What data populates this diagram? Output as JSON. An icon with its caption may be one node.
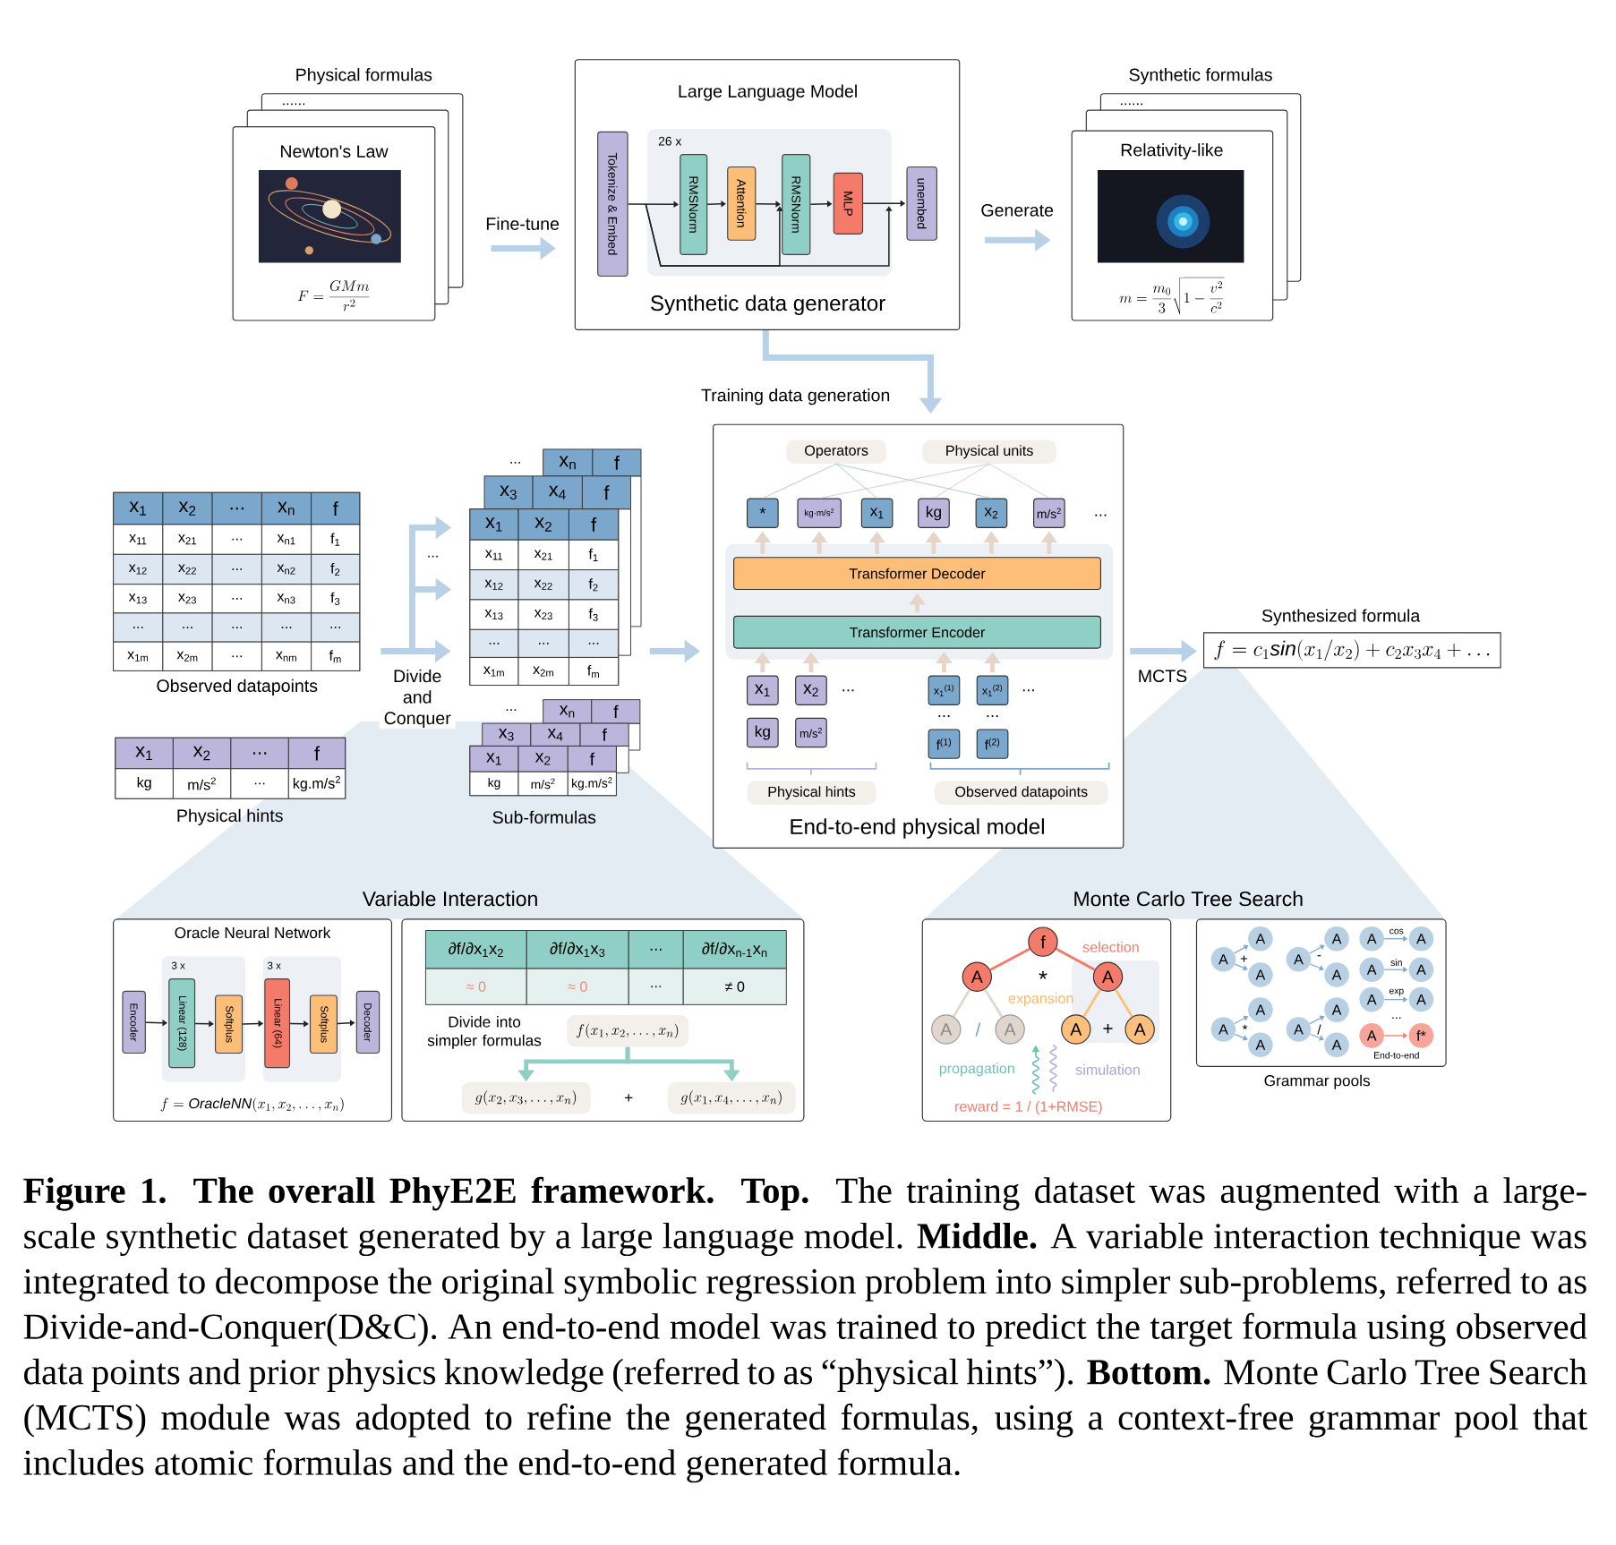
{
  "diagram": {
    "caption": "**Figure 1. The overall PhyE2E framework. Top.** The training dataset was augmented with a large-scale synthetic dataset generated by a large language model. **Middle.** A variable interaction technique was integrated to decompose the original symbolic regression problem into simpler sub-problems, referred to as Divide-and-Conquer(D&C). An end-to-end model was trained to predict the target formula using observed data points and prior physics knowledge (referred to as “physical hints”). **Bottom.** Monte Carlo Tree Search (MCTS) module was adopted to refine the generated formulas, using a context-free grammar pool that includes atomic formulas and the end-to-end generated formula.",
    "nodes": [
      {
        "text": [
          "Newton's Law",
          "F=\\frac{GMm}{r^2}"
        ],
        "beside": [
          "Physical formulas"
        ]
      },
      {
        "text": [
          "Large Language Model",
          "Synthetic data generator"
        ]
      },
      {
        "text": [
          "Tokenize & Embed"
        ],
        "in": 1
      },
      {
        "text": [
          "26 x"
        ],
        "in": 1
      },
      {
        "text": [
          "RMSNorm"
        ],
        "in": 3
      },
      {
        "text": [
          "Attention"
        ],
        "in": 3
      },
      {
        "text": [
          "RMSNorm"
        ],
        "in": 3
      },
      {
        "text": [
          "MLP"
        ],
        "in": 3
      },
      {
        "text": [
          "unembed"
        ],
        "in": 1
      },
      {
        "text": [
          "Relativity-like",
          "m=\\frac{m_0}{3}\\sqrt{1-\\frac{v^2}{c^2}}"
        ],
        "beside": [
          "Synthetic formulas"
        ]
      },
      {
        "text": [
          "Observed datapoints"
        ]
      },
      {
        "text": [
          "Physical hints"
        ]
      },
      {
        "text": [],
        "shape": "table"
      },
      {
        "text": [
          "Sub-formulas"
        ]
      },
      {
        "text": [
          "End-to-end physical model"
        ]
      },
      {
        "text": [
          "Operators"
        ],
        "in": 14
      },
      {
        "text": [
          "Physical units"
        ],
        "in": 14
      },
      {
        "text": [
          "*"
        ],
        "in": 14
      },
      {
        "text": [
          "kg·m/s$^{2}$"
        ],
        "in": 14
      },
      {
        "text": [
          "x$_{1}$"
        ],
        "in": 14
      },
      {
        "text": [
          "kg"
        ],
        "in": 14
      },
      {
        "text": [
          "x$_{2}$"
        ],
        "in": 14
      },
      {
        "text": [
          "m/s$^{2}$"
        ],
        "in": 14
      },
      {
        "text": [
          "Transformer Decoder"
        ],
        "in": 14
      },
      {
        "text": [
          "Transformer Encoder"
        ],
        "in": 14
      },
      {
        "text": [
          "x$_{1}$"
        ],
        "in": 14
      },
      {
        "text": [
          "x$_{2}$"
        ],
        "in": 14
      },
      {
        "text": [
          "kg"
        ],
        "in": 14
      },
      {
        "text": [
          "m/s$^{2}$"
        ],
        "in": 14
      },
      {
        "text": [
          "x$_{1}$$^{(1)}$"
        ],
        "in": 14
      },
      {
        "text": [
          "x$_{1}$$^{(2)}$"
        ],
        "in": 14
      },
      {
        "text": [
          "f$^{(1)}$"
        ],
        "in": 14
      },
      {
        "text": [
          "f$^{(2)}$"
        ],
        "in": 14
      },
      {
        "text": [
          "Physical hints"
        ],
        "in": 14
      },
      {
        "text": [
          "Observed datapoints"
        ],
        "in": 14
      },
      {
        "text": [
          "f=c_1\\mathit{sin}(x_1/x_2)+c_2x_3x_4+\\ldots"
        ],
        "beside": [
          "Synthesized formula"
        ]
      },
      {
        "text": [
          "Oracle Neural Network",
          "f=\\mathit{OracleNN}(x_1,x_2,\\ldots,x_n)"
        ]
      },
      {
        "text": [
          "Encoder"
        ],
        "in": 36
      },
      {
        "text": [
          "3 x"
        ],
        "in": 36
      },
      {
        "text": [
          "Linear (128)"
        ],
        "in": 38
      },
      {
        "text": [
          "Softplus"
        ],
        "in": 38
      },
      {
        "text": [
          "3 x"
        ],
        "in": 36
      },
      {
        "text": [
          "Linear (64)"
        ],
        "in": 41
      },
      {
        "text": [
          "Softplus"
        ],
        "in": 41
      },
      {
        "text": [
          "Decoder"
        ],
        "in": 36
      },
      {
        "text": [
          "Divide into simpler formulas"
        ]
      },
      {
        "text": [
          "f(x_1,x_2,\\ldots,x_n)"
        ],
        "in": 45
      },
      {
        "text": [
          "g(x_2,x_3,\\ldots,x_n)"
        ],
        "in": 45
      },
      {
        "text": [
          "g(x_1,x_4,\\ldots,x_n)"
        ],
        "in": 45
      },
      {
        "text": [],
        "shape": "box"
      },
      {
        "text": [
          "f"
        ],
        "in": 49
      },
      {
        "text": [
          "A"
        ],
        "in": 49
      },
      {
        "text": [
          "A"
        ],
        "in": 49
      },
      {
        "text": [
          "A"
        ],
        "in": 49
      },
      {
        "text": [
          "A"
        ],
        "in": 49
      },
      {
        "text": [
          "A"
        ],
        "in": 49
      },
      {
        "text": [
          "A"
        ],
        "in": 49
      },
      {
        "text": [
          "Grammar pools"
        ]
      },
      {
        "text": [
          "A"
        ],
        "in": 57
      },
      {
        "text": [
          "A"
        ],
        "in": 57
      },
      {
        "text": [
          "A"
        ],
        "in": 57
      },
      {
        "text": [
          "A"
        ],
        "in": 57
      },
      {
        "text": [
          "A"
        ],
        "in": 57
      },
      {
        "text": [
          "A"
        ],
        "in": 57
      },
      {
        "text": [
          "A"
        ],
        "in": 57
      },
      {
        "text": [
          "A"
        ],
        "in": 57
      },
      {
        "text": [
          "A"
        ],
        "in": 57
      },
      {
        "text": [
          "A"
        ],
        "in": 57
      },
      {
        "text": [
          "A"
        ],
        "in": 57
      },
      {
        "text": [
          "A"
        ],
        "in": 57
      },
      {
        "text": [
          "A"
        ],
        "in": 57
      },
      {
        "text": [
          "f*"
        ],
        "in": 57
      },
      {
        "text": [
          "A"
        ],
        "in": 57
      },
      {
        "text": [
          "A"
        ],
        "in": 57
      },
      {
        "text": [
          "A"
        ],
        "in": 57
      },
      {
        "text": [
          "A"
        ],
        "in": 57
      },
      {
        "text": [
          "A"
        ],
        "in": 57
      },
      {
        "text": [
          "A"
        ],
        "in": 57
      }
    ],
    "edges": [
      {
        "from": 0,
        "to": 1,
        "arrow": "to",
        "label": "Fine-tune",
        "style": "thick",
        "color": "#b9d1e6"
      },
      {
        "from": 1,
        "to": 9,
        "arrow": "to",
        "label": "Generate",
        "style": "thick",
        "color": "#b9d1e6"
      },
      {
        "from": 1,
        "to": 14,
        "arrow": "to",
        "label": "Training data generation",
        "style": "thick",
        "color": "#b9d1e6"
      },
      {
        "from": 2,
        "to": 4,
        "arrow": "to",
        "color": "#222222"
      },
      {
        "from": 4,
        "to": 5,
        "arrow": "to",
        "color": "#222222"
      },
      {
        "from": 5,
        "to": 6,
        "arrow": "to",
        "color": "#222222"
      },
      {
        "from": 6,
        "to": 7,
        "arrow": "to",
        "color": "#222222"
      },
      {
        "from": 7,
        "to": 8,
        "arrow": "to",
        "color": "#222222"
      },
      {
        "from": 10,
        "to": 12,
        "arrow": "to",
        "label": "Divide and Conquer",
        "style": "thick",
        "color": "#b9d1e6"
      },
      {
        "from": 12,
        "to": 14,
        "arrow": "to",
        "style": "thick",
        "color": "#b9d1e6"
      },
      {
        "from": 14,
        "to": 35,
        "arrow": "to",
        "label": "MCTS",
        "style": "thick",
        "color": "#b9d1e6"
      },
      {
        "from": 15,
        "to": 17,
        "arrow": "none",
        "color": "#9dbdd8"
      },
      {
        "from": 15,
        "to": 19,
        "arrow": "none",
        "color": "#9dbdd8"
      },
      {
        "from": 15,
        "to": 21,
        "arrow": "none",
        "color": "#9dbdd8"
      },
      {
        "from": 16,
        "to": 18,
        "arrow": "none",
        "color": "#c5bfe0"
      },
      {
        "from": 16,
        "to": 20,
        "arrow": "none",
        "color": "#c5bfe0"
      },
      {
        "from": 16,
        "to": 22,
        "arrow": "none",
        "color": "#c5bfe0"
      },
      {
        "from": 23,
        "to": 17,
        "arrow": "to",
        "style": "thick",
        "color": "#e6d5c8"
      },
      {
        "from": 23,
        "to": 18,
        "arrow": "to",
        "style": "thick",
        "color": "#e6d5c8"
      },
      {
        "from": 23,
        "to": 19,
        "arrow": "to",
        "style": "thick",
        "color": "#e6d5c8"
      },
      {
        "from": 23,
        "to": 20,
        "arrow": "to",
        "style": "thick",
        "color": "#e6d5c8"
      },
      {
        "from": 23,
        "to": 21,
        "arrow": "to",
        "style": "thick",
        "color": "#e6d5c8"
      },
      {
        "from": 23,
        "to": 22,
        "arrow": "to",
        "style": "thick",
        "color": "#e6d5c8"
      },
      {
        "from": 24,
        "to": 23,
        "arrow": "to",
        "style": "thick",
        "color": "#e6d5c8"
      },
      {
        "from": 25,
        "to": 24,
        "arrow": "to",
        "style": "thick",
        "color": "#e6d5c8"
      },
      {
        "from": 26,
        "to": 24,
        "arrow": "to",
        "style": "thick",
        "color": "#e6d5c8"
      },
      {
        "from": 29,
        "to": 24,
        "arrow": "to",
        "style": "thick",
        "color": "#e6d5c8"
      },
      {
        "from": 30,
        "to": 24,
        "arrow": "to",
        "style": "thick",
        "color": "#e6d5c8"
      },
      {
        "from": 37,
        "to": 39,
        "arrow": "to",
        "color": "#222222"
      },
      {
        "from": 39,
        "to": 40,
        "arrow": "to",
        "color": "#222222"
      },
      {
        "from": 40,
        "to": 42,
        "arrow": "to",
        "color": "#222222"
      },
      {
        "from": 42,
        "to": 43,
        "arrow": "to",
        "color": "#222222"
      },
      {
        "from": 43,
        "to": 44,
        "arrow": "to",
        "color": "#222222"
      },
      {
        "from": 46,
        "to": 47,
        "arrow": "to",
        "style": "thick",
        "color": "#8fcfc5"
      },
      {
        "from": 46,
        "to": 48,
        "arrow": "to",
        "style": "thick",
        "color": "#8fcfc5"
      },
      {
        "from": 50,
        "to": 51,
        "arrow": "none",
        "color": "#f47a6a"
      },
      {
        "from": 50,
        "to": 52,
        "arrow": "none",
        "color": "#f47a6a"
      },
      {
        "from": 51,
        "to": 53,
        "arrow": "none",
        "color": "#e3d8ce"
      },
      {
        "from": 51,
        "to": 54,
        "arrow": "none",
        "color": "#e3d8ce"
      },
      {
        "from": 52,
        "to": 55,
        "arrow": "none",
        "color": "#fcc07c"
      },
      {
        "from": 52,
        "to": 56,
        "arrow": "none",
        "color": "#fcc07c"
      },
      {
        "from": 58,
        "to": 59,
        "arrow": "to",
        "color": "#7fa8c9"
      },
      {
        "from": 58,
        "to": 60,
        "arrow": "to",
        "color": "#7fa8c9"
      },
      {
        "from": 61,
        "to": 62,
        "arrow": "to",
        "color": "#7fa8c9"
      },
      {
        "from": 61,
        "to": 63,
        "arrow": "to",
        "color": "#7fa8c9"
      },
      {
        "from": 64,
        "to": 65,
        "arrow": "to",
        "label": "cos",
        "color": "#7fa8c9"
      },
      {
        "from": 66,
        "to": 67,
        "arrow": "to",
        "label": "sin",
        "color": "#7fa8c9"
      },
      {
        "from": 68,
        "to": 69,
        "arrow": "to",
        "label": "exp",
        "color": "#7fa8c9"
      },
      {
        "from": 70,
        "to": 71,
        "arrow": "to",
        "color": "#f47a6a"
      },
      {
        "from": 72,
        "to": 73,
        "arrow": "to",
        "color": "#7fa8c9"
      },
      {
        "from": 72,
        "to": 74,
        "arrow": "to",
        "color": "#7fa8c9"
      },
      {
        "from": 75,
        "to": 76,
        "arrow": "to",
        "color": "#7fa8c9"
      },
      {
        "from": 75,
        "to": 77,
        "arrow": "to",
        "color": "#7fa8c9"
      },
      {
        "from": 2,
        "to": 6,
        "arrow": "to",
        "color": "#222222"
      },
      {
        "from": 2,
        "to": 8,
        "arrow": "to",
        "color": "#222222"
      }
    ],
    "labels": [
      "......",
      "......",
      "x$_{1}$",
      "x$_{2}$",
      "...",
      "x$_{n}$",
      "f",
      "x$_{11}$",
      "x$_{21}$",
      "...",
      "x$_{n1}$",
      "f$_{1}$",
      "x$_{12}$",
      "x$_{22}$",
      "...",
      "x$_{n2}$",
      "f$_{2}$",
      "x$_{13}$",
      "x$_{23}$",
      "...",
      "x$_{n3}$",
      "f$_{3}$",
      "...",
      "...",
      "...",
      "...",
      "...",
      "x$_{1m}$",
      "x$_{2m}$",
      "...",
      "x$_{nm}$",
      "f$_{m}$",
      "x$_{1}$",
      "x$_{2}$",
      "...",
      "f",
      "kg",
      "m/s$^{2}$",
      "...",
      "kg.m/s$^{2}$",
      "...",
      "...",
      "x$_{n}$",
      "f",
      "x$_{3}$",
      "x$_{4}$",
      "f",
      "x$_{1}$",
      "x$_{2}$",
      "f",
      "x$_{11}$",
      "x$_{21}$",
      "f$_{1}$",
      "x$_{12}$",
      "x$_{22}$",
      "f$_{2}$",
      "x$_{13}$",
      "x$_{23}$",
      "f$_{3}$",
      "...",
      "...",
      "...",
      "x$_{1m}$",
      "x$_{2m}$",
      "f$_{m}$",
      "...",
      "x$_{n}$",
      "f",
      "x$_{3}$",
      "x$_{4}$",
      "f",
      "x$_{1}$",
      "x$_{2}$",
      "f",
      "kg",
      "m/s$^{2}$",
      "kg.m/s$^{2}$",
      "...",
      "...",
      "...",
      "...",
      "...",
      "Variable Interaction",
      "∂f/∂x$_{1}$x$_{2}$",
      "∂f/∂x$_{1}$x$_{3}$",
      "...",
      "∂f/∂x$_{n-1}$x$_{n}$",
      "≈ 0",
      "≈ 0",
      "...",
      "≠ 0",
      "+",
      "Monte Carlo Tree Search",
      "selection",
      "*",
      "expansion",
      "/",
      "+",
      "propagation",
      "simulation",
      "reward = 1 / (1+RMSE)",
      "+",
      "-",
      "*",
      "/",
      "...",
      "End-to-end"
    ]
  }
}
